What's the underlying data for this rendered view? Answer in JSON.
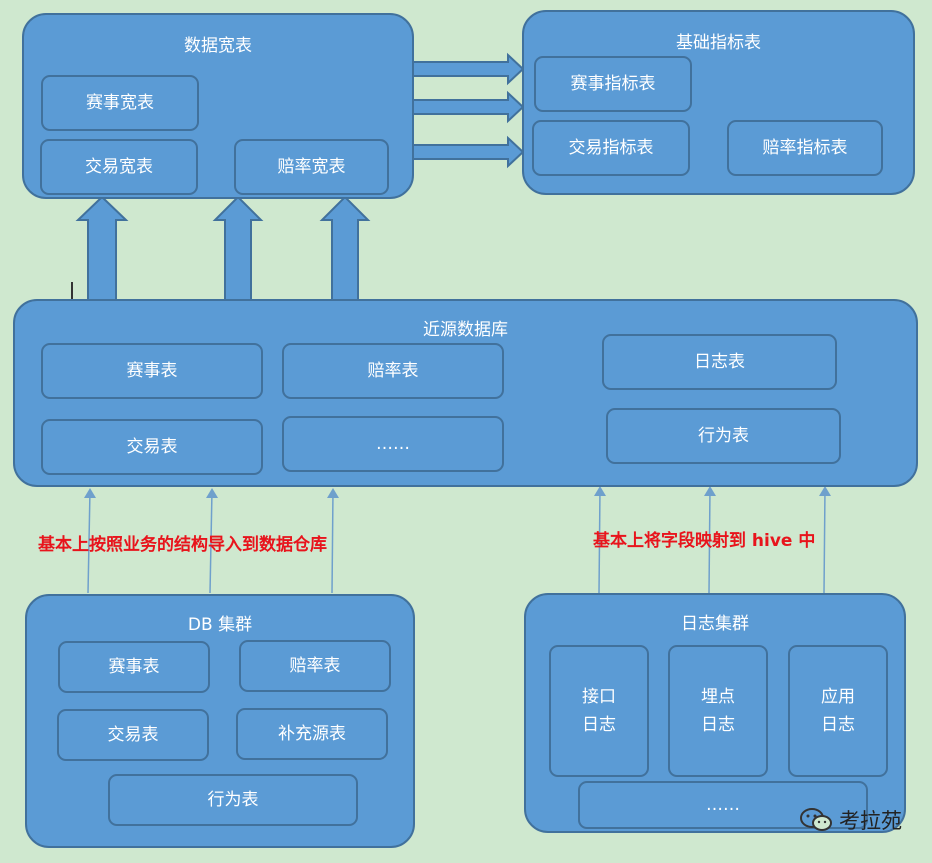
{
  "wide_tables": {
    "title": "数据宽表",
    "items": [
      "赛事宽表",
      "交易宽表",
      "赔率宽表"
    ]
  },
  "base_metrics": {
    "title": "基础指标表",
    "items": [
      "赛事指标表",
      "交易指标表",
      "赔率指标表"
    ]
  },
  "near_source_db": {
    "title": "近源数据库",
    "items": [
      "赛事表",
      "赔率表",
      "日志表",
      "交易表",
      "……",
      "行为表"
    ]
  },
  "db_cluster": {
    "title": "DB 集群",
    "items": [
      "赛事表",
      "赔率表",
      "交易表",
      "补充源表",
      "行为表"
    ]
  },
  "log_cluster": {
    "title": "日志集群",
    "items": [
      {
        "line1": "接口",
        "line2": "日志"
      },
      {
        "line1": "埋点",
        "line2": "日志"
      },
      {
        "line1": "应用",
        "line2": "日志"
      }
    ],
    "more": "……"
  },
  "notes": {
    "left": "基本上按照业务的结构导入到数据仓库",
    "right": "基本上将字段映射到 hive 中"
  },
  "watermark": "考拉苑",
  "colors": {
    "background": "#cfe8cf",
    "box_fill": "#5b9bd5",
    "box_border": "#41719c",
    "note_text": "#e8141c"
  }
}
